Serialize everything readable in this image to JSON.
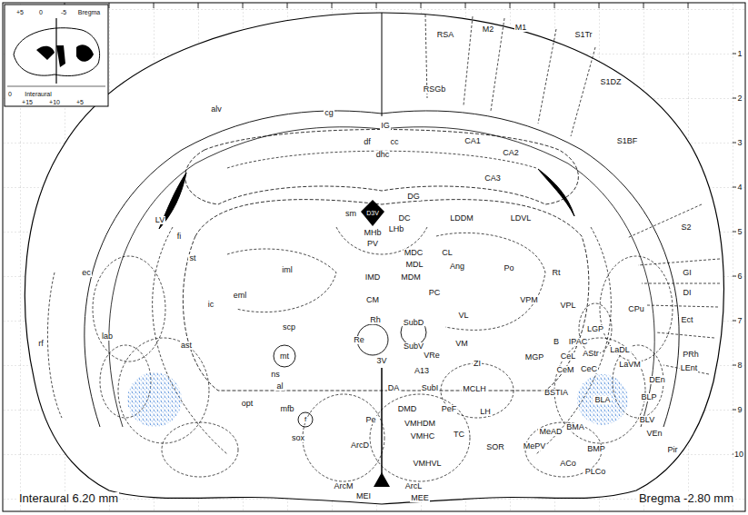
{
  "diagram": {
    "labels": [
      "RSA",
      "M2",
      "M1",
      "S1Tr",
      "S1DZ",
      "S1BF",
      "RSGb",
      "cg",
      "IG",
      "df",
      "cc",
      "dhc",
      "alv",
      "CA1",
      "CA2",
      "CA3",
      "LV",
      "fi",
      "st",
      "ec",
      "D3V",
      "DG",
      "DC",
      "LDDM",
      "LDVL",
      "sm",
      "MHb",
      "LHb",
      "PV",
      "iml",
      "MDC",
      "MDL",
      "CL",
      "Ang",
      "Po",
      "Rt",
      "MDM",
      "IMD",
      "PC",
      "eml",
      "ic",
      "CM",
      "VL",
      "VPM",
      "VPL",
      "scp",
      "mt",
      "Rh",
      "SubD",
      "SubV",
      "VM",
      "CPu",
      "LGP",
      "S2",
      "GI",
      "DI",
      "Ect",
      "PRh",
      "LEnt",
      "rf",
      "lab",
      "ast",
      "B",
      "IPAC",
      "AStr",
      "LaDL",
      "CeL",
      "CeM",
      "CeC",
      "LaVM",
      "BLA",
      "BLP",
      "DEn",
      "VRe",
      "Re",
      "ZI",
      "A13",
      "MGP",
      "ns",
      "al",
      "mfb",
      "opt",
      "3V",
      "DA",
      "SubI",
      "MCLH",
      "PeF",
      "LH",
      "DMD",
      "sox",
      "f",
      "Pe",
      "VMHDM",
      "VMHC",
      "TC",
      "SOR",
      "BLV",
      "VEn",
      "MeAD",
      "MePV",
      "BMA",
      "BMP",
      "ACo",
      "PLCo",
      "Pir",
      "VMHVL",
      "ArcD",
      "ArcM",
      "ArcL",
      "MEI",
      "MEE",
      "BSTIA",
      "Interaural 6.20 mm",
      "Bregma -2.80 mm",
      "+5",
      "0",
      "-5",
      "Bregma",
      "0",
      "Interaural",
      "+15",
      "+10",
      "+5",
      "1",
      "2",
      "3",
      "4",
      "5",
      "6",
      "7",
      "8",
      "9",
      "10"
    ]
  }
}
